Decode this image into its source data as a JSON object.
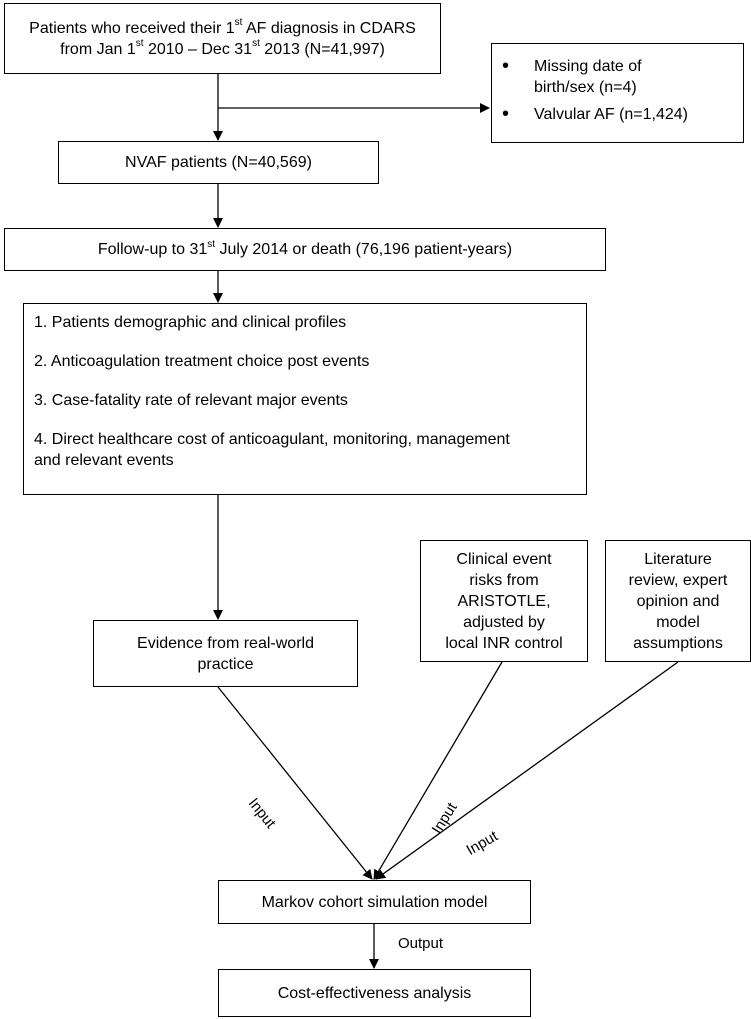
{
  "boxes": {
    "cohort": {
      "line1_pre": "Patients who received their 1",
      "line1_sup": "st",
      "line1_post": " AF diagnosis in CDARS",
      "line2_pre": "from Jan 1",
      "line2_sup1": "st",
      "line2_mid": " 2010 – Dec 31",
      "line2_sup2": "st",
      "line2_post": " 2013 (N=41,997)"
    },
    "exclusions": {
      "items": [
        {
          "line1": "Missing date of",
          "line2": "birth/sex (n=4)"
        },
        {
          "line1": "Valvular AF (n=1,424)",
          "line2": ""
        }
      ]
    },
    "nvaf": "NVAF patients (N=40,569)",
    "followup": {
      "pre": "Follow-up to 31",
      "sup": "st",
      "post": " July 2014 or death (76,196 patient-years)"
    },
    "outcomes": {
      "items": [
        "1. Patients demographic and clinical profiles",
        "2. Anticoagulation treatment choice post events",
        "3. Case-fatality rate of relevant major events",
        "4. Direct healthcare cost of anticoagulant, monitoring, management"
      ],
      "item4_line2": "and relevant events"
    },
    "evidence": {
      "line1": "Evidence from real-world",
      "line2": "practice"
    },
    "clinical_risks": {
      "line1": "Clinical event",
      "line2": "risks from",
      "line3": "ARISTOTLE,",
      "line4": "adjusted by",
      "line5": "local INR control"
    },
    "literature": {
      "line1": "Literature",
      "line2": "review, expert",
      "line3": "opinion and",
      "line4": "model",
      "line5": "assumptions"
    },
    "markov": "Markov cohort simulation model",
    "cea": "Cost-effectiveness analysis"
  },
  "edge_labels": {
    "input_left": "Input",
    "input_middle": "Input",
    "input_right": "Input",
    "output": "Output"
  }
}
